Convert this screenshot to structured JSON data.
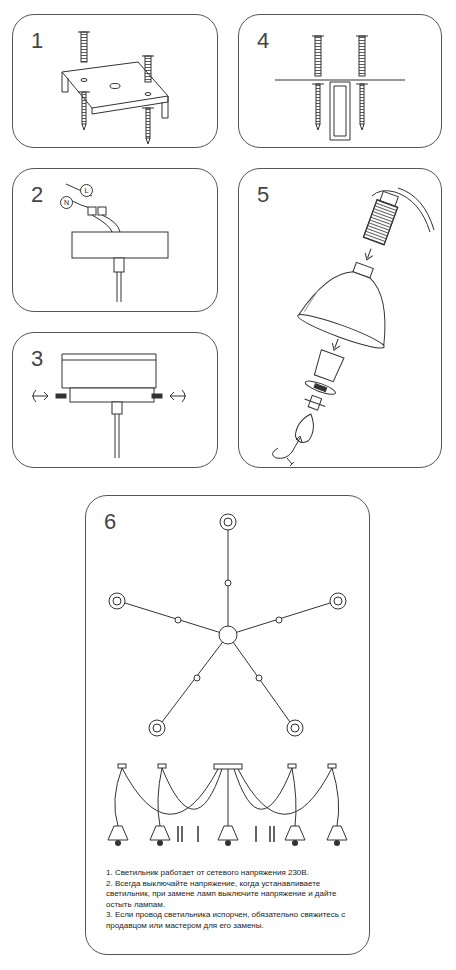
{
  "diagram": {
    "nodes": [
      {
        "text": [
          "1"
        ]
      },
      {
        "text": [
          "2"
        ]
      },
      {
        "text": [
          "L"
        ],
        "in": 1
      },
      {
        "text": [
          "N"
        ],
        "in": 1
      },
      {
        "text": [
          "3"
        ]
      },
      {
        "text": [
          "4"
        ]
      },
      {
        "text": [
          "5"
        ]
      },
      {
        "text": [
          "6",
          "1. Светильник работает от сетевого напряжения 230В.",
          "2. Всегда выключайте напряжение, когда устанавливаете светильник, при замене ламп выключите напряжение и дайте остыть лампам.",
          "3. Если провод светильника испорчен, обязательно свяжитесь с продавцом или мастером для его замены."
        ]
      }
    ]
  }
}
